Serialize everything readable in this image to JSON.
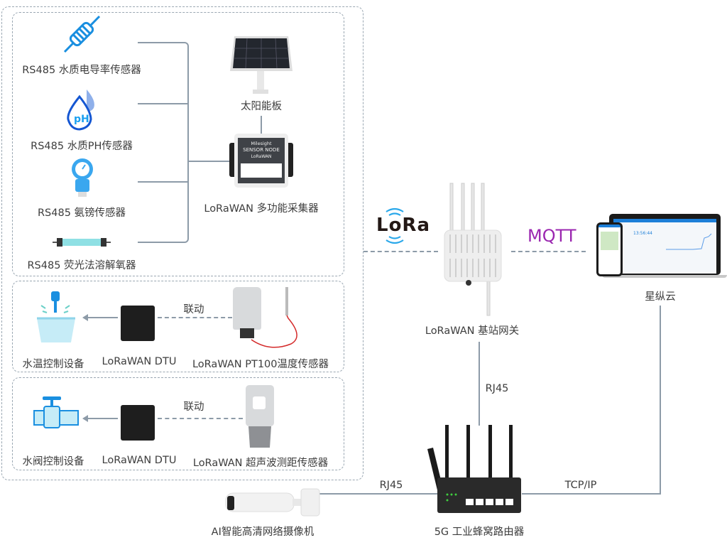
{
  "sensors": {
    "conductivity": "RS485 水质电导率传感器",
    "ph": "RS485 水质PH传感器",
    "ammonia": "RS485 氨镑传感器",
    "oxygen": "RS485 荧光法溶解氧器",
    "ph_icon_text": "pH"
  },
  "solar_panel": "太阳能板",
  "collector": {
    "label": "LoRaWAN 多功能采集器",
    "brand": "Milesight",
    "device_title": "SENSOR NODE",
    "device_sub": "LoRaWAN"
  },
  "row_temp": {
    "device": "水温控制设备",
    "dtu": "LoRaWAN DTU",
    "sensor": "LoRaWAN PT100温度传感器",
    "link": "联动"
  },
  "row_valve": {
    "device": "水阀控制设备",
    "dtu": "LoRaWAN DTU",
    "sensor": "LoRaWAN 超声波测距传感器",
    "link": "联动"
  },
  "lora_logo": "LoRa",
  "gateway": "LoRaWAN 基站网关",
  "mqtt": "MQTT",
  "cloud": "星纵云",
  "cloud_screen_time": "13:56:44",
  "rj45_gateway": "RJ45",
  "rj45_camera": "RJ45",
  "tcpip": "TCP/IP",
  "router": "5G 工业蜂窝路由器",
  "camera": "AI智能高清网络摄像机",
  "colors": {
    "line": "#8d9ba8",
    "mqtt": "#9b27b0",
    "icon_blue": "#1a8fe0",
    "pt100_cable": "#d42a2a"
  }
}
